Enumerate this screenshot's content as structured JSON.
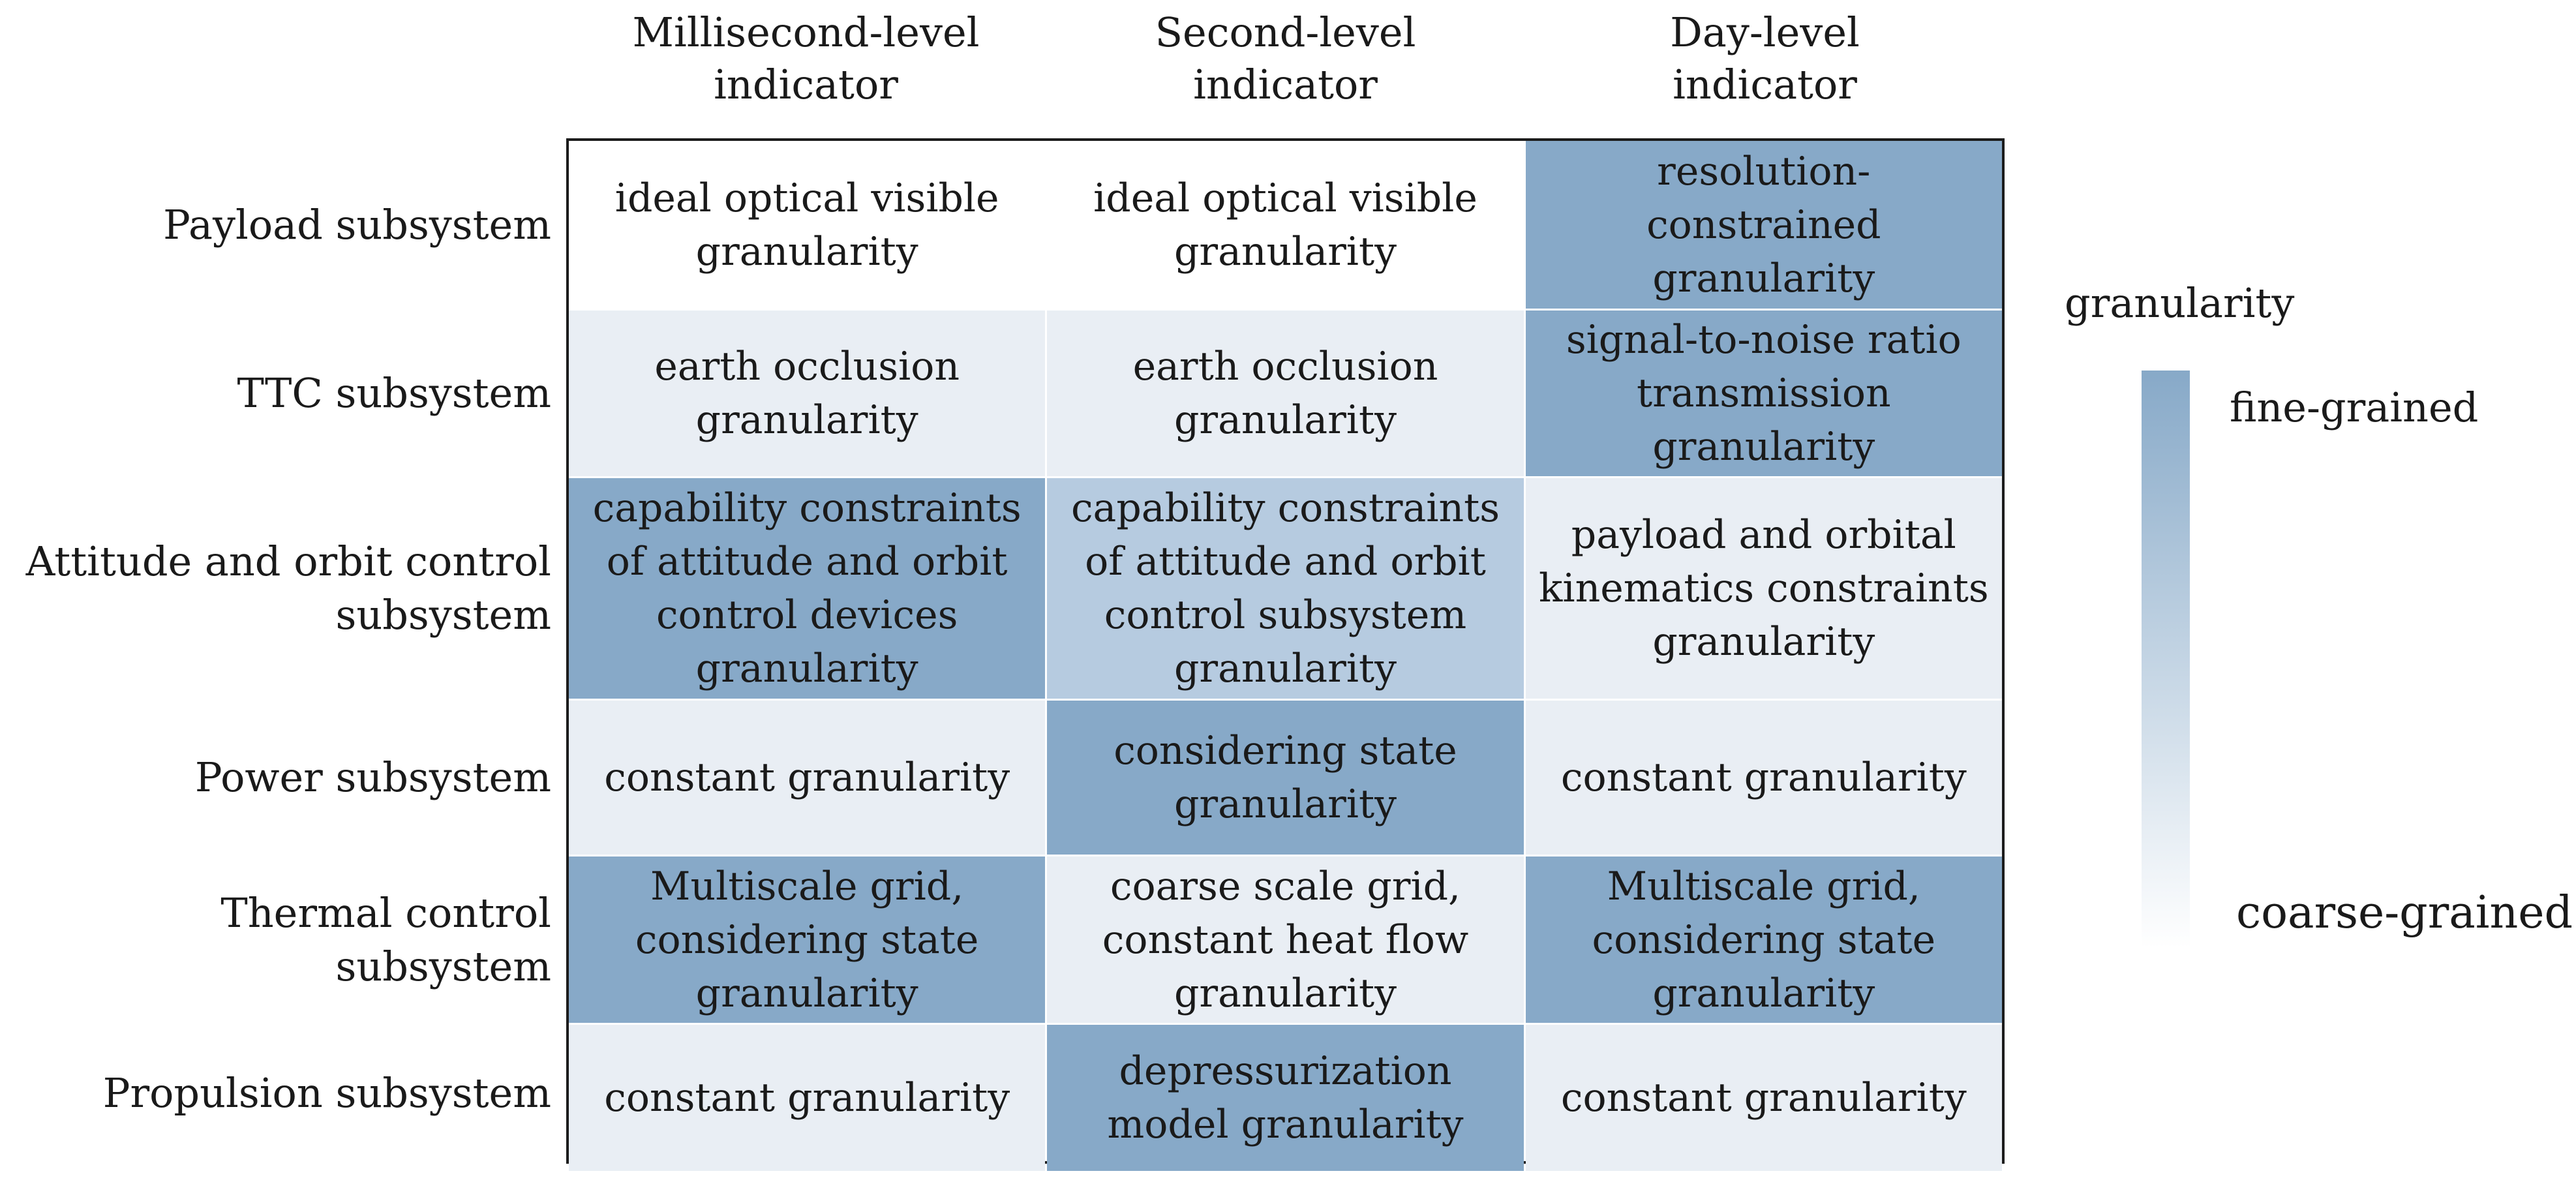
{
  "colors": {
    "fine": "#87a9c8",
    "medium": "#b6cbe0",
    "coarse": "#e9eef4",
    "none": "#ffffff",
    "border": "#1c1c1c"
  },
  "column_headers": [
    "Millisecond-level\nindicator",
    "Second-level\nindicator",
    "Day-level\nindicator"
  ],
  "rows": [
    {
      "label": "Payload subsystem",
      "cells": [
        {
          "text": "ideal optical visible\ngranularity",
          "level": "none"
        },
        {
          "text": "ideal optical visible\ngranularity",
          "level": "none"
        },
        {
          "text": "resolution-\nconstrained\ngranularity",
          "level": "fine"
        }
      ]
    },
    {
      "label": "TTC subsystem",
      "cells": [
        {
          "text": "earth occlusion\ngranularity",
          "level": "coarse"
        },
        {
          "text": "earth occlusion\ngranularity",
          "level": "coarse"
        },
        {
          "text": "signal-to-noise ratio\ntransmission\ngranularity",
          "level": "fine"
        }
      ]
    },
    {
      "label": "Attitude and orbit control\nsubsystem",
      "cells": [
        {
          "text": "capability constraints\nof attitude and orbit\ncontrol devices\ngranularity",
          "level": "fine"
        },
        {
          "text": "capability constraints\nof attitude and orbit\ncontrol subsystem\ngranularity",
          "level": "medium"
        },
        {
          "text": "payload and orbital\nkinematics constraints\ngranularity",
          "level": "coarse"
        }
      ]
    },
    {
      "label": "Power subsystem",
      "cells": [
        {
          "text": "constant granularity",
          "level": "coarse"
        },
        {
          "text": "considering state\ngranularity",
          "level": "fine"
        },
        {
          "text": "constant granularity",
          "level": "coarse"
        }
      ]
    },
    {
      "label": "Thermal control subsystem",
      "cells": [
        {
          "text": "Multiscale grid,\nconsidering state\ngranularity",
          "level": "fine"
        },
        {
          "text": "coarse scale grid,\nconstant heat flow\ngranularity",
          "level": "coarse"
        },
        {
          "text": "Multiscale grid,\nconsidering state\ngranularity",
          "level": "fine"
        }
      ]
    },
    {
      "label": "Propulsion subsystem",
      "cells": [
        {
          "text": "constant granularity",
          "level": "coarse"
        },
        {
          "text": "depressurization\nmodel granularity",
          "level": "fine"
        },
        {
          "text": "constant granularity",
          "level": "coarse"
        }
      ]
    }
  ],
  "legend": {
    "title": "granularity",
    "fine_label": "fine-grained",
    "coarse_label": "coarse-grained"
  }
}
